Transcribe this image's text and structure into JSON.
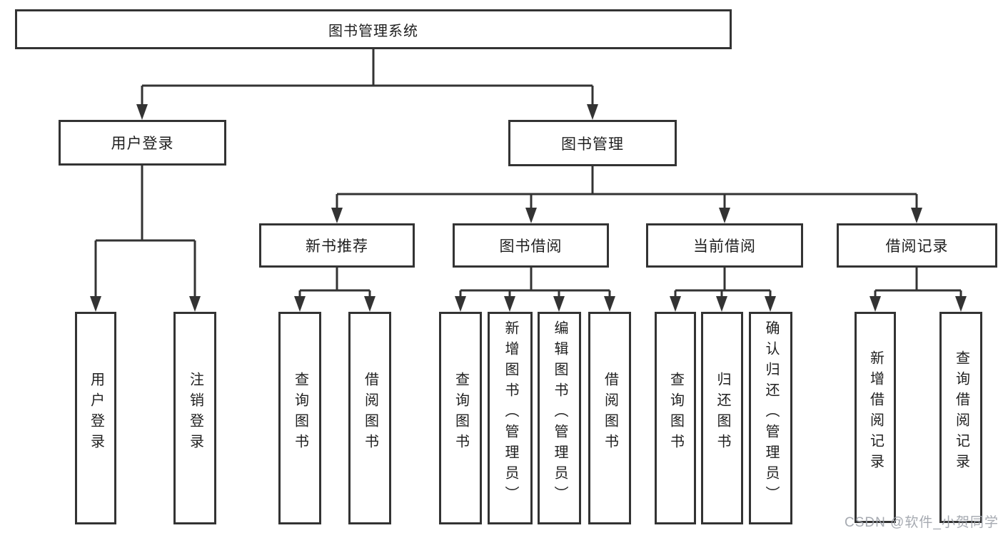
{
  "tree": {
    "root": {
      "label": "图书管理系统",
      "children": [
        {
          "label": "用户登录",
          "children": [
            {
              "label": "用户登录"
            },
            {
              "label": "注销登录"
            }
          ]
        },
        {
          "label": "图书管理",
          "children": [
            {
              "label": "新书推荐",
              "children": [
                {
                  "label": "查询图书"
                },
                {
                  "label": "借阅图书"
                }
              ]
            },
            {
              "label": "图书借阅",
              "children": [
                {
                  "label": "查询图书"
                },
                {
                  "label": "新增图书（管理员）"
                },
                {
                  "label": "编辑图书（管理员）"
                },
                {
                  "label": "借阅图书"
                }
              ]
            },
            {
              "label": "当前借阅",
              "children": [
                {
                  "label": "查询图书"
                },
                {
                  "label": "归还图书"
                },
                {
                  "label": "确认归还（管理员）"
                }
              ]
            },
            {
              "label": "借阅记录",
              "children": [
                {
                  "label": "新增借阅记录"
                },
                {
                  "label": "查询借阅记录"
                }
              ]
            }
          ]
        }
      ]
    }
  },
  "watermark": "CSDN @软件_小贺同学",
  "colors": {
    "line": "#333333",
    "text": "#1f1f1f",
    "box_background": "#ffffff",
    "watermark": "#9ca1a8"
  }
}
